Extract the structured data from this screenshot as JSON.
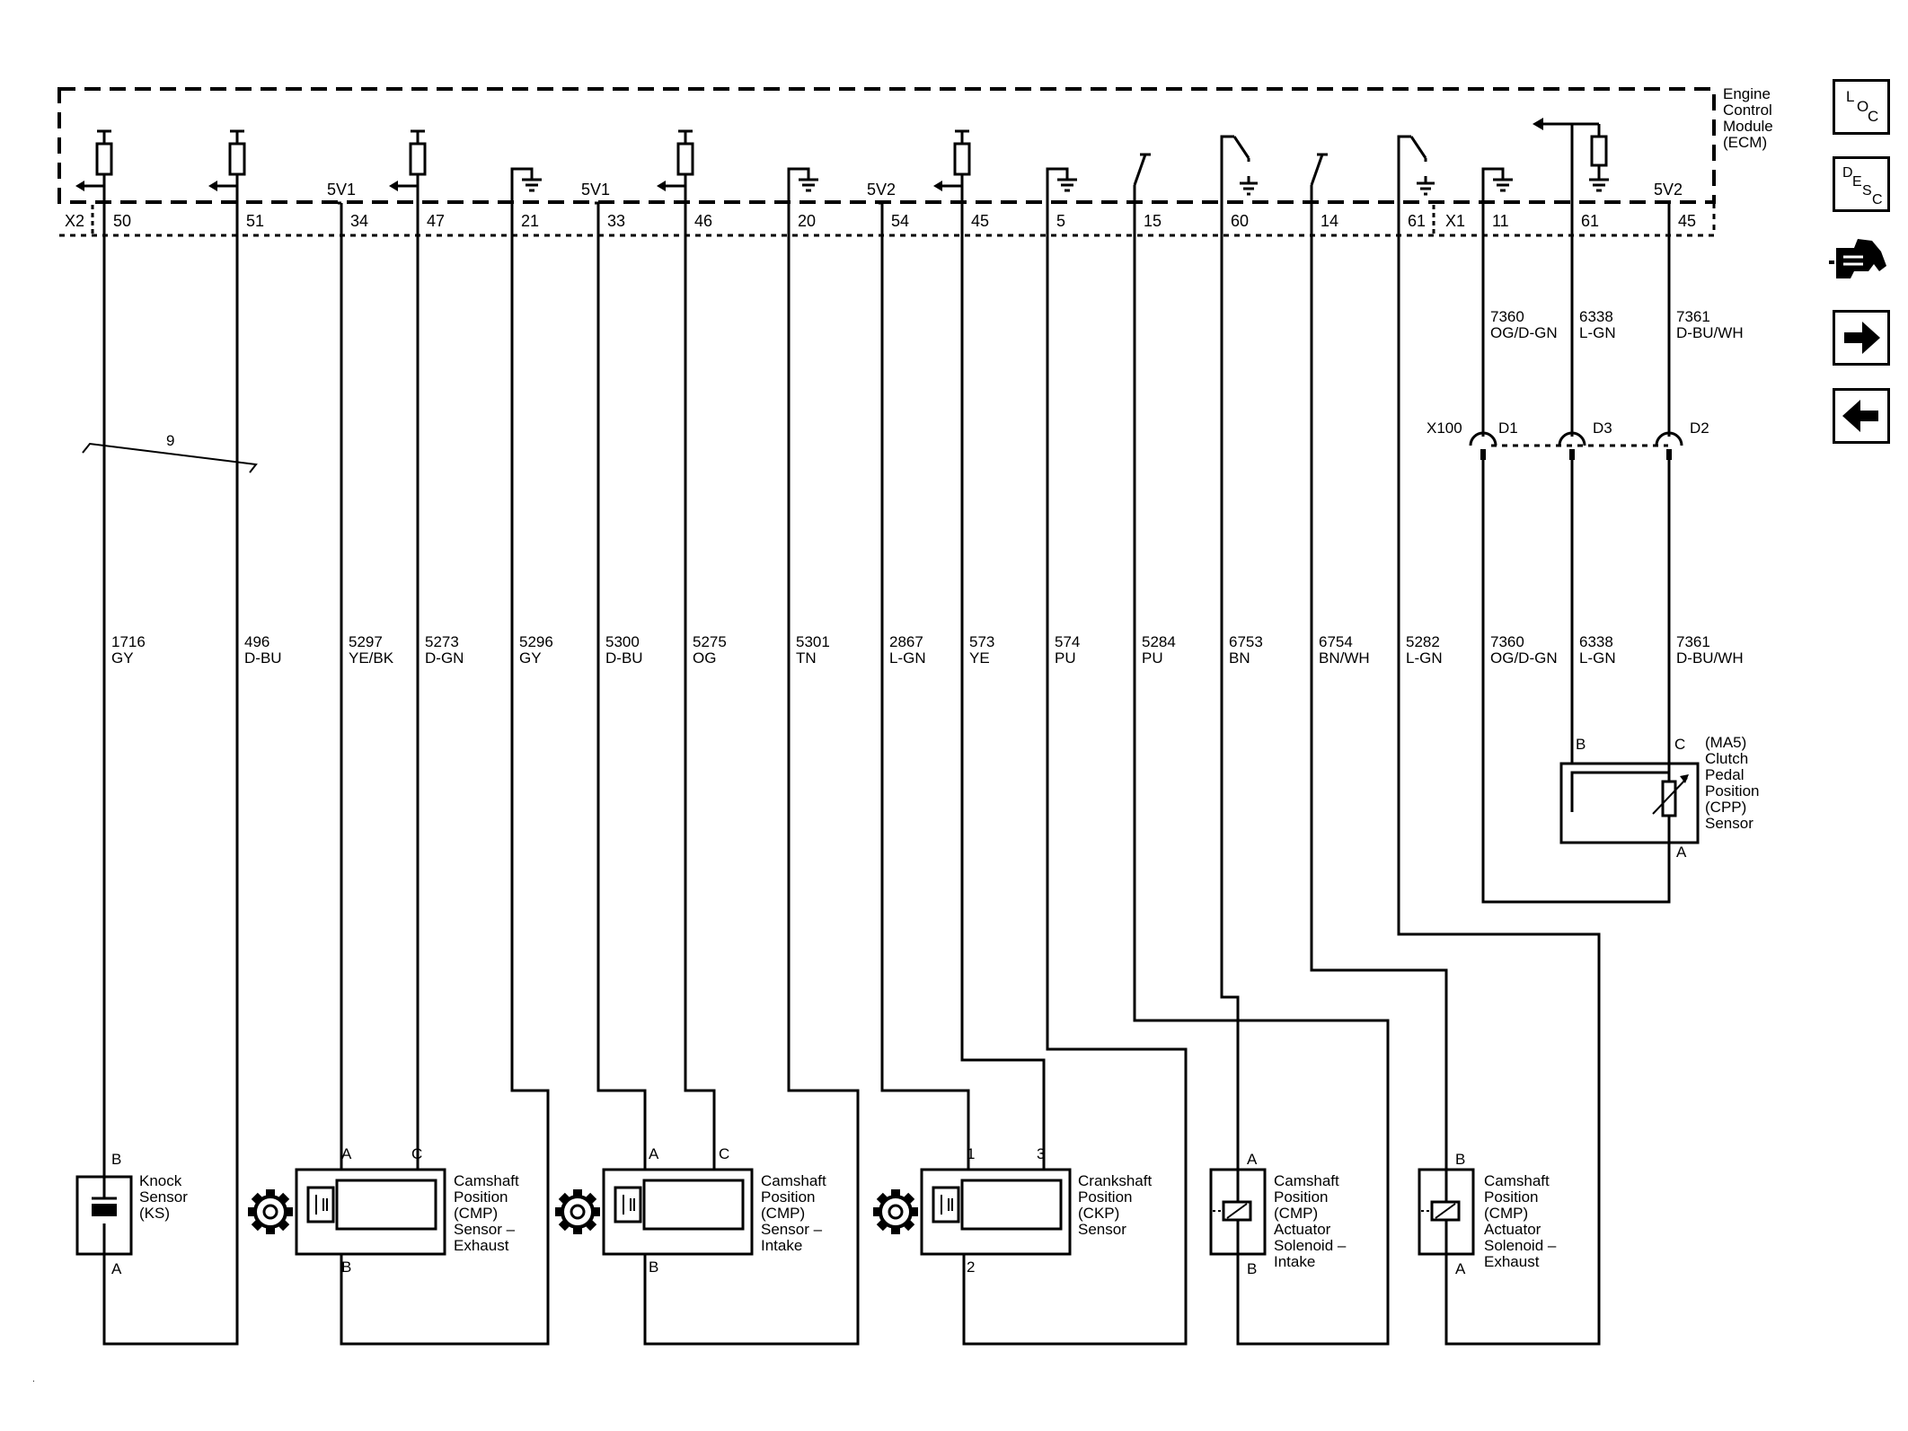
{
  "ecm": {
    "label": [
      "Engine",
      "Control",
      "Module",
      "(ECM)"
    ]
  },
  "connectors": {
    "x2": "X2",
    "x1": "X1",
    "x100": "X100"
  },
  "pins": [
    "50",
    "51",
    "34",
    "47",
    "21",
    "33",
    "46",
    "20",
    "54",
    "45",
    "5",
    "15",
    "60",
    "14",
    "61",
    "11",
    "61",
    "45"
  ],
  "refs": {
    "a": "5V1",
    "b": "5V1",
    "c": "5V2",
    "d": "5V2"
  },
  "shield_count": "9",
  "wires_mid": [
    {
      "num": "1716",
      "color": "GY"
    },
    {
      "num": "496",
      "color": "D-BU"
    },
    {
      "num": "5297",
      "color": "YE/BK"
    },
    {
      "num": "5273",
      "color": "D-GN"
    },
    {
      "num": "5296",
      "color": "GY"
    },
    {
      "num": "5300",
      "color": "D-BU"
    },
    {
      "num": "5275",
      "color": "OG"
    },
    {
      "num": "5301",
      "color": "TN"
    },
    {
      "num": "2867",
      "color": "L-GN"
    },
    {
      "num": "573",
      "color": "YE"
    },
    {
      "num": "574",
      "color": "PU"
    },
    {
      "num": "5284",
      "color": "PU"
    },
    {
      "num": "6753",
      "color": "BN"
    },
    {
      "num": "6754",
      "color": "BN/WH"
    },
    {
      "num": "5282",
      "color": "L-GN"
    },
    {
      "num": "7360",
      "color": "OG/D-GN"
    },
    {
      "num": "6338",
      "color": "L-GN"
    },
    {
      "num": "7361",
      "color": "D-BU/WH"
    }
  ],
  "wires_top": [
    {
      "num": "7360",
      "color": "OG/D-GN"
    },
    {
      "num": "6338",
      "color": "L-GN"
    },
    {
      "num": "7361",
      "color": "D-BU/WH"
    }
  ],
  "x100_pins": [
    "D1",
    "D3",
    "D2"
  ],
  "components": {
    "knock": {
      "lines": [
        "Knock",
        "Sensor",
        "(KS)"
      ],
      "top_pin": "B",
      "bottom_pin": "A"
    },
    "cmp_exhaust": {
      "lines": [
        "Camshaft",
        "Position",
        "(CMP)",
        "Sensor –",
        "Exhaust"
      ],
      "pin_a": "A",
      "pin_c": "C",
      "pin_b": "B"
    },
    "cmp_intake": {
      "lines": [
        "Camshaft",
        "Position",
        "(CMP)",
        "Sensor –",
        "Intake"
      ],
      "pin_a": "A",
      "pin_c": "C",
      "pin_b": "B"
    },
    "ckp": {
      "lines": [
        "Crankshaft",
        "Position",
        "(CKP)",
        "Sensor"
      ],
      "pin_1": "1",
      "pin_3": "3",
      "pin_2": "2"
    },
    "act_intake": {
      "lines": [
        "Camshaft",
        "Position",
        "(CMP)",
        "Actuator",
        "Solenoid –",
        "Intake"
      ],
      "top_pin": "A",
      "bottom_pin": "B"
    },
    "act_exhaust": {
      "lines": [
        "Camshaft",
        "Position",
        "(CMP)",
        "Actuator",
        "Solenoid –",
        "Exhaust"
      ],
      "top_pin": "B",
      "bottom_pin": "A"
    },
    "cpp": {
      "lines": [
        "(MA5)",
        "Clutch",
        "Pedal",
        "Position",
        "(CPP)",
        "Sensor"
      ],
      "pin_b": "B",
      "pin_c": "C",
      "pin_a": "A"
    }
  },
  "nav": {
    "loc": {
      "l": "L",
      "o": "O",
      "c": "C"
    },
    "desc": {
      "d": "D",
      "e": "E",
      "s": "S",
      "c": "C"
    },
    "icons": [
      "connector-icon",
      "forward-arrow-icon",
      "back-arrow-icon"
    ]
  }
}
